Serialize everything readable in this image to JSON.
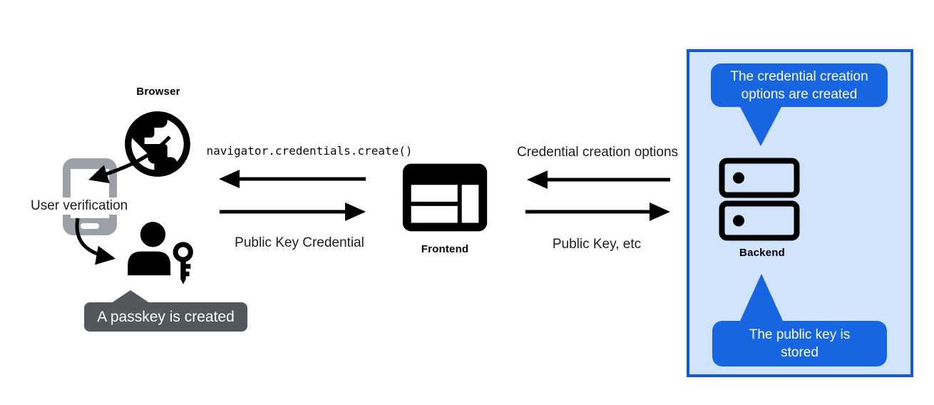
{
  "labels": {
    "browser": "Browser",
    "user_verification": "User verification",
    "frontend": "Frontend",
    "backend": "Backend"
  },
  "messages": {
    "code_call": "navigator.credentials.create()",
    "public_key_credential": "Public Key Credential",
    "credential_creation_options": "Credential creation options",
    "public_key_etc": "Public Key, etc"
  },
  "callouts": {
    "passkey_created": "A passkey is created",
    "options_created": "The credential creation options are created",
    "public_key_stored": "The public key is stored"
  },
  "icons": {
    "browser": "globe-icon",
    "user_device": "smartphone-icon",
    "user": "person-key-icon",
    "frontend": "browser-window-icon",
    "backend": "server-stack-icon"
  },
  "colors": {
    "accent_blue": "#1765e0",
    "panel_fill": "#d2e3fc",
    "panel_border": "#0f5ad6",
    "dark_callout": "#54575b",
    "phone_gray": "#9aa0a6",
    "icon_black": "#000000"
  }
}
